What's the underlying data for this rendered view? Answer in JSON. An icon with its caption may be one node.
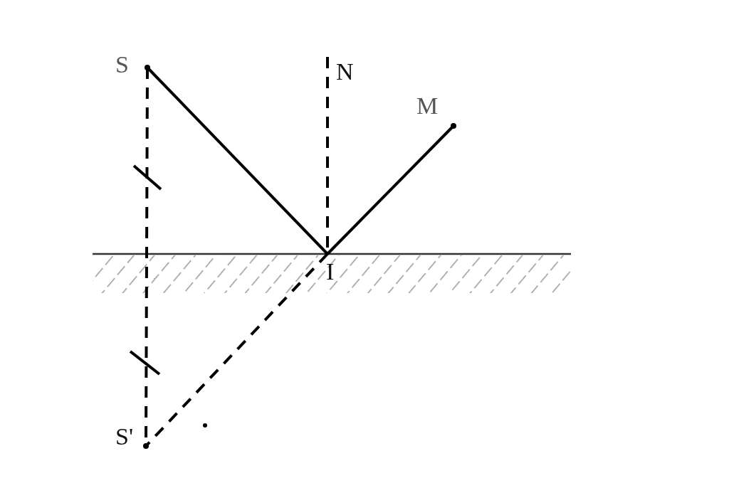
{
  "diagram": {
    "nodes": [
      {
        "text": [
          "S"
        ]
      },
      {
        "text": [
          "N"
        ]
      },
      {
        "text": [
          "M"
        ]
      },
      {
        "text": [
          "I"
        ]
      },
      {
        "text": [
          "S'"
        ]
      }
    ],
    "edges": [
      {
        "from": 0,
        "to": 3,
        "arrow": "none"
      },
      {
        "from": 3,
        "to": 2,
        "arrow": "none"
      },
      {
        "from": 1,
        "to": 3,
        "arrow": "none",
        "style": "dashed"
      },
      {
        "from": 0,
        "to": 4,
        "arrow": "none",
        "style": "dashed"
      },
      {
        "from": 3,
        "to": 4,
        "arrow": "none",
        "style": "dashed"
      }
    ]
  }
}
